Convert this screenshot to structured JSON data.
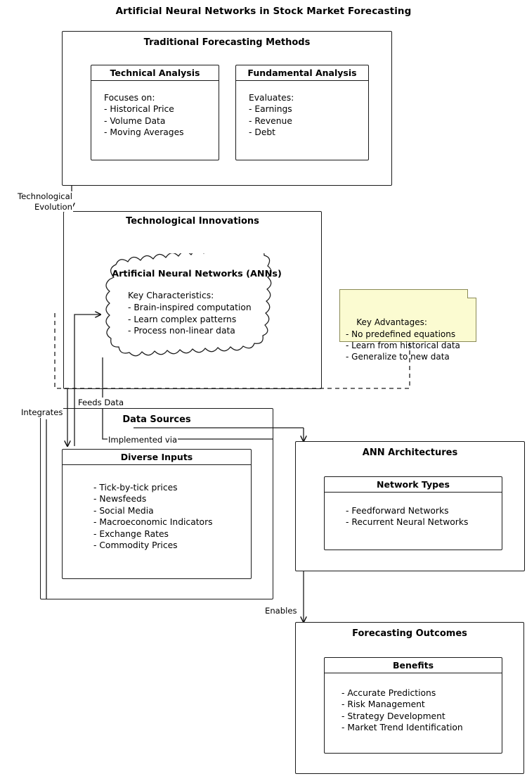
{
  "title": "Artificial Neural Networks in Stock Market Forecasting",
  "colors": {
    "stroke": "#1a1a1a",
    "note_fill": "#fbfbd1",
    "note_border": "#8a8a56",
    "background": "#ffffff"
  },
  "groups": {
    "traditional": {
      "title": "Traditional Forecasting Methods",
      "children": [
        {
          "title": "Technical Analysis",
          "body": "Focuses on:\n- Historical Price\n- Volume Data\n- Moving Averages"
        },
        {
          "title": "Fundamental Analysis",
          "body": "Evaluates:\n- Earnings\n- Revenue\n- Debt"
        }
      ]
    },
    "innovations": {
      "title": "Technological Innovations",
      "cloud": {
        "title": "Artificial Neural Networks (ANNs)",
        "body": "Key Characteristics:\n- Brain-inspired computation\n- Learn complex patterns\n- Process non-linear data"
      }
    },
    "data_sources": {
      "title": "Data Sources",
      "children": [
        {
          "title": "Diverse Inputs",
          "body": "- Tick-by-tick prices\n- Newsfeeds\n- Social Media\n- Macroeconomic Indicators\n- Exchange Rates\n- Commodity Prices"
        }
      ]
    },
    "architectures": {
      "title": "ANN Architectures",
      "children": [
        {
          "title": "Network Types",
          "body": "- Feedforward Networks\n- Recurrent Neural Networks"
        }
      ]
    },
    "outcomes": {
      "title": "Forecasting Outcomes",
      "children": [
        {
          "title": "Benefits",
          "body": "- Accurate Predictions\n- Risk Management\n- Strategy Development\n- Market Trend Identification"
        }
      ]
    }
  },
  "note": {
    "text": "Key Advantages:\n- No predefined equations\n- Learn from historical data\n- Generalize to new data"
  },
  "edges": [
    {
      "id": "technological-evolution",
      "label": "Technological\nEvolution"
    },
    {
      "id": "feeds-data",
      "label": "Feeds Data"
    },
    {
      "id": "integrates",
      "label": "Integrates"
    },
    {
      "id": "implemented-via",
      "label": "Implemented via"
    },
    {
      "id": "enables",
      "label": "Enables"
    }
  ]
}
